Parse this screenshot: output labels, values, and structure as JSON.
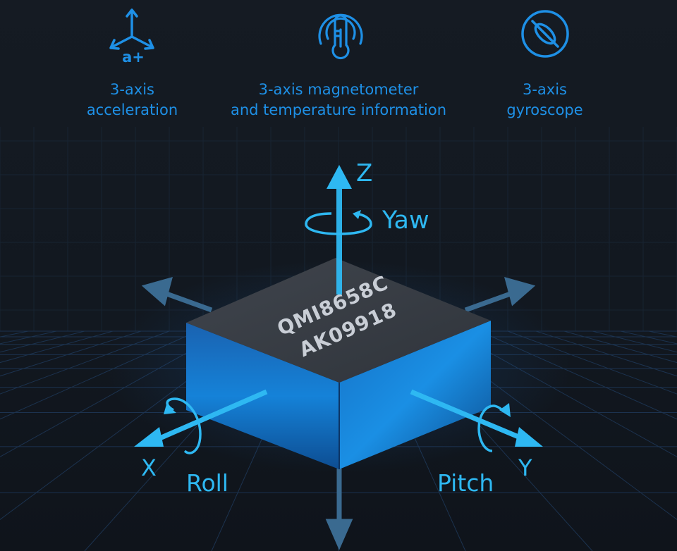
{
  "features": [
    {
      "icon": "acceleration-axes-icon",
      "icon_text": "a+",
      "line1": "3-axis",
      "line2": "acceleration"
    },
    {
      "icon": "magnetometer-thermometer-icon",
      "line1": "3-axis magnetometer",
      "line2": "and temperature information"
    },
    {
      "icon": "gyroscope-icon",
      "line1": "3-axis",
      "line2": "gyroscope"
    }
  ],
  "chip": {
    "line1": "QMI8658C",
    "line2": "AK09918"
  },
  "axes": {
    "z": "Z",
    "yaw": "Yaw",
    "x": "X",
    "roll": "Roll",
    "y": "Y",
    "pitch": "Pitch"
  },
  "colors": {
    "background": "#141a22",
    "grid": "#1f3a5c",
    "accent": "#2eb8f2",
    "feature_text": "#1e90e6",
    "chip_top": "#3a3f47",
    "chip_text": "#c9ced6",
    "muted_arrow": "#3a6a90"
  }
}
